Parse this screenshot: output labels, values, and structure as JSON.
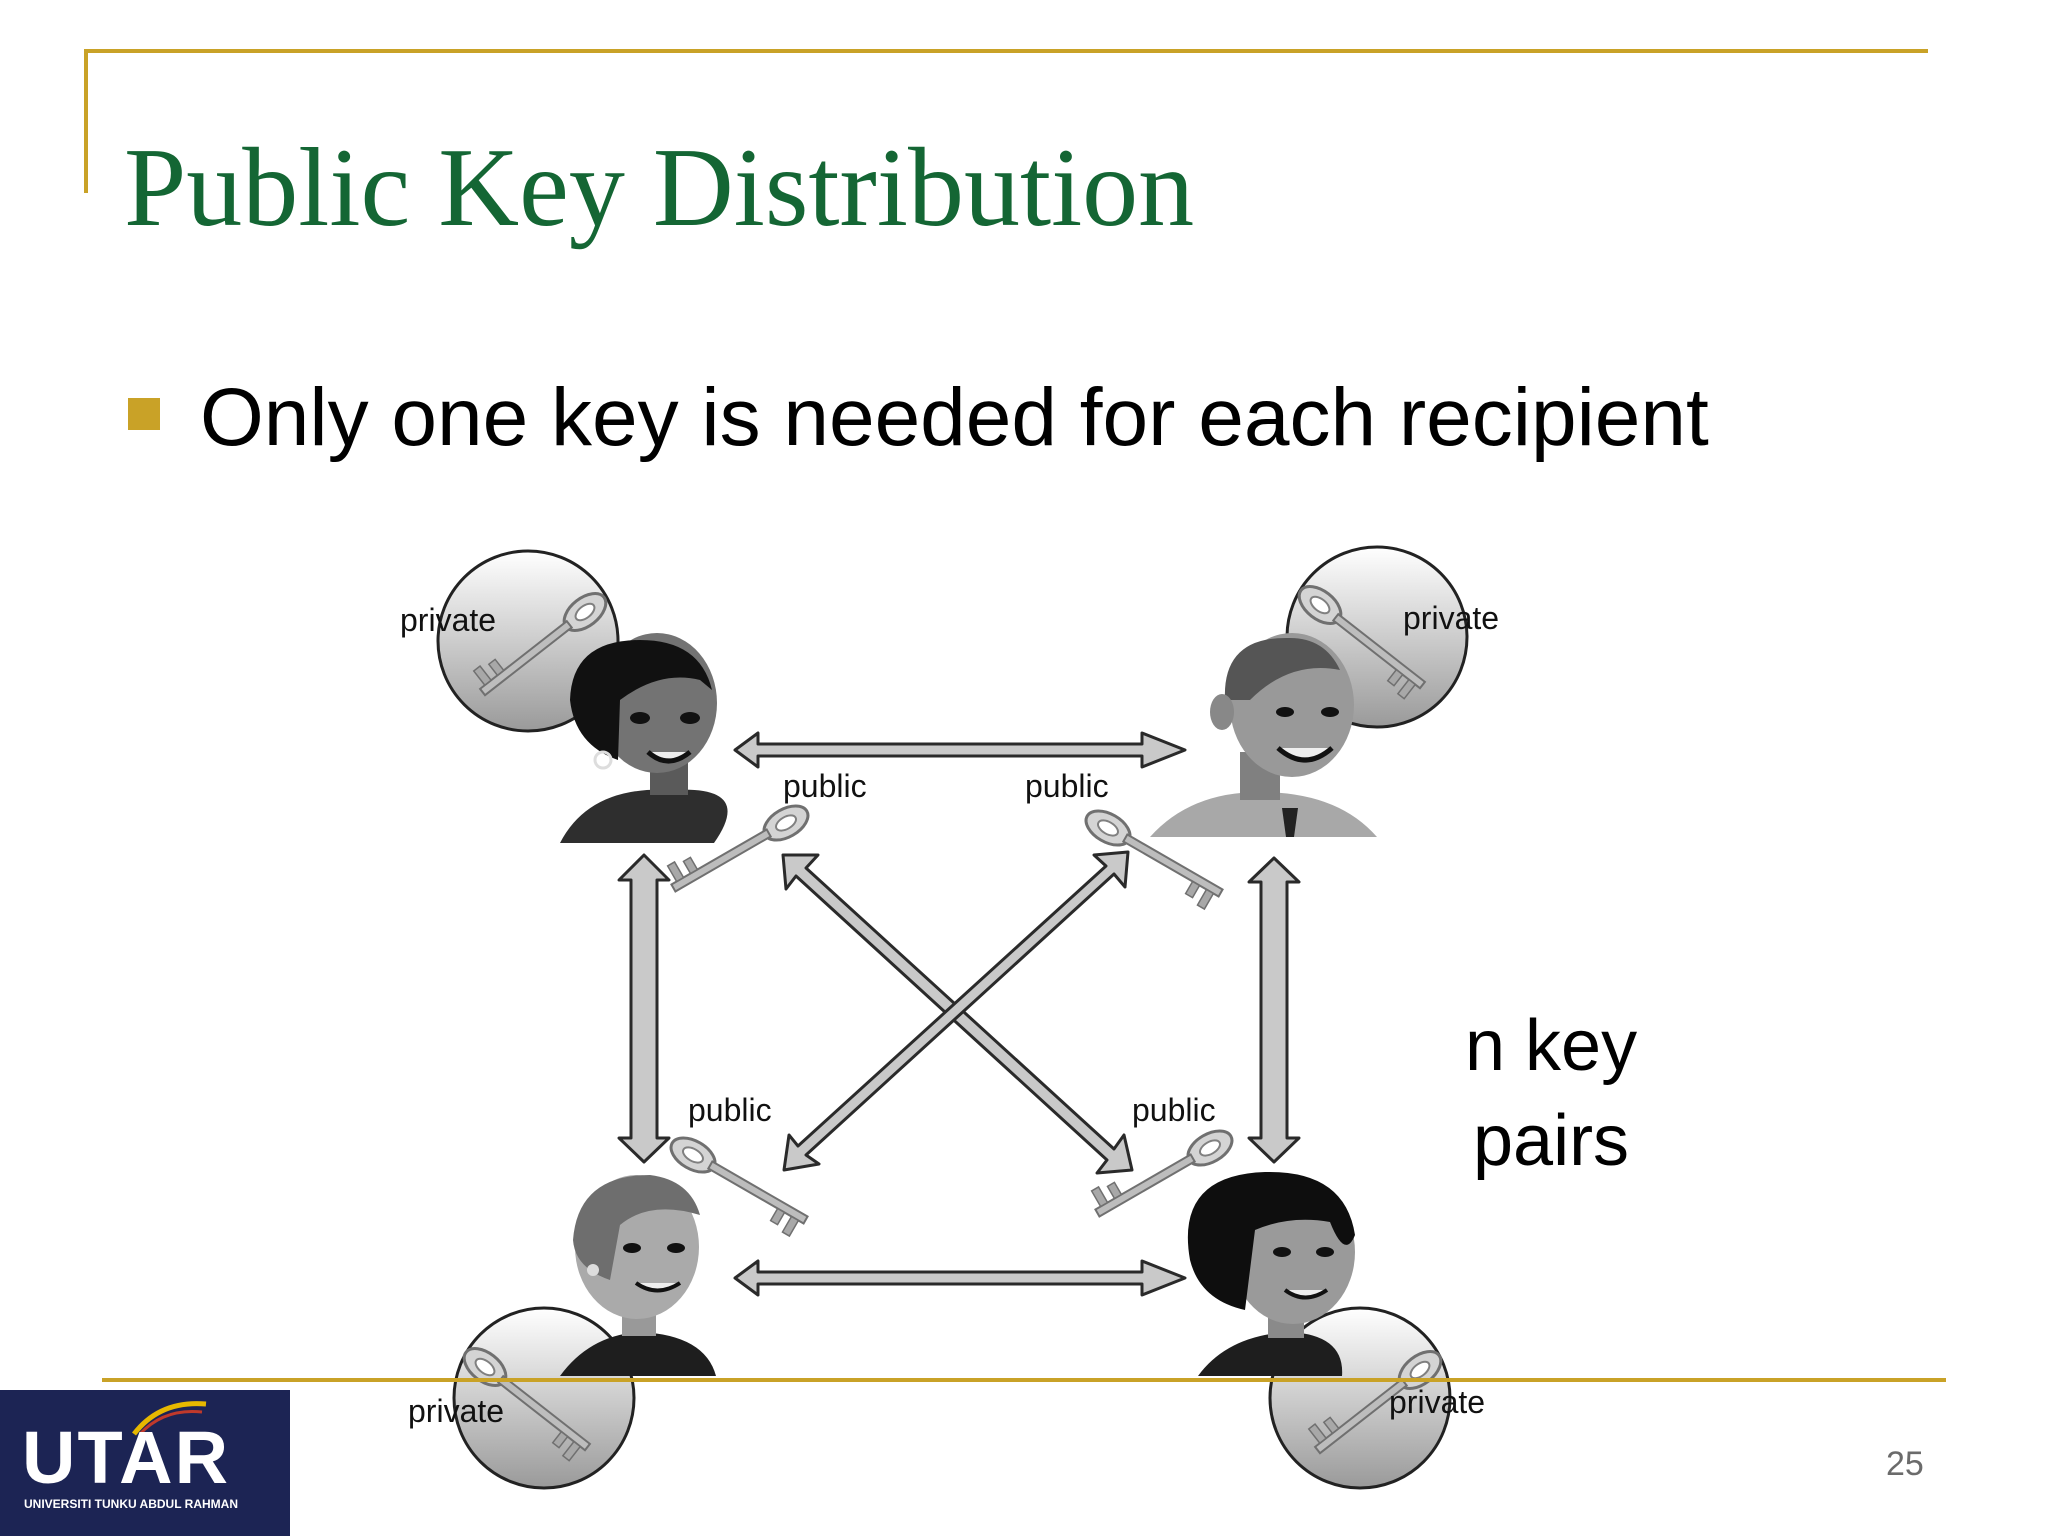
{
  "slide": {
    "title": "Public Key Distribution",
    "bullet": "Only one key is needed for each recipient",
    "page_number": "25"
  },
  "diagram": {
    "key_labels": {
      "top_left_private": "private",
      "top_right_private": "private",
      "bottom_left_private": "private",
      "bottom_right_private": "private",
      "top_left_public": "public",
      "top_right_public": "public",
      "bottom_left_public": "public",
      "bottom_right_public": "public"
    },
    "note_line1": "n key",
    "note_line2": "pairs"
  },
  "logo": {
    "word": "UTAR",
    "subtitle": "UNIVERSITI TUNKU ABDUL RAHMAN"
  },
  "colors": {
    "title": "#146634",
    "accent_rule": "#c9a227",
    "logo_background": "#1c2454"
  }
}
